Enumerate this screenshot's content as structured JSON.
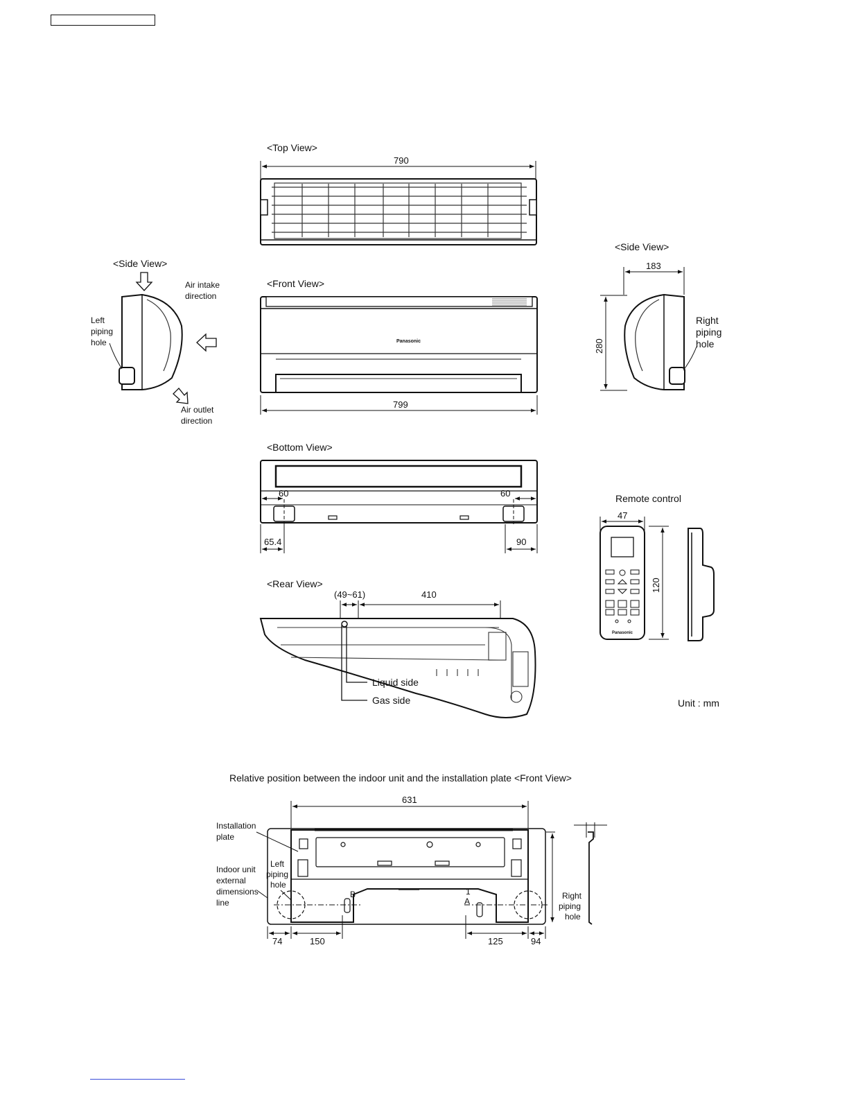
{
  "views": {
    "top": {
      "title": "<Top View>",
      "width_dim": "790"
    },
    "front": {
      "title": "<Front View>",
      "width_dim": "799",
      "brand": "Panasonic"
    },
    "side_left": {
      "title": "<Side View>",
      "air_intake": [
        "Air intake",
        "direction"
      ],
      "air_outlet": [
        "Air outlet",
        "direction"
      ],
      "left_piping": [
        "Left",
        "piping",
        "hole"
      ]
    },
    "side_right": {
      "title": "<Side View>",
      "depth_dim": "183",
      "height_dim": "280",
      "right_piping": [
        "Right",
        "piping",
        "hole"
      ]
    },
    "bottom": {
      "title": "<Bottom View>",
      "dim_left_inner": "60",
      "dim_right_inner": "60",
      "dim_left_outer": "65.4",
      "dim_right_outer": "90"
    },
    "rear": {
      "title": "<Rear View>",
      "dim_offset": "(49~61)",
      "dim_span": "410",
      "liquid": "Liquid side",
      "gas": "Gas side"
    },
    "remote": {
      "title": "Remote control",
      "width_dim": "47",
      "height_dim": "120",
      "brand": "Panasonic"
    },
    "unit": "Unit : mm"
  },
  "installation": {
    "title": "Relative position between the indoor unit and the installation plate <Front View>",
    "width_dim": "631",
    "plate_label": [
      "Installation",
      "plate"
    ],
    "outline_label": [
      "Indoor unit",
      "external",
      "dimensions",
      "line"
    ],
    "left_piping": [
      "Left",
      "piping",
      "hole"
    ],
    "right_piping": [
      "Right",
      "piping",
      "hole"
    ],
    "dims": [
      "74",
      "150",
      "125",
      "94"
    ],
    "marks": [
      "1",
      "A",
      "B"
    ]
  }
}
